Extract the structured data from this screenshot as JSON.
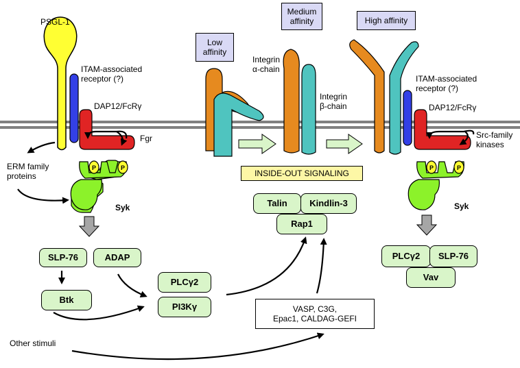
{
  "labels": {
    "psgl1": "PSGL-1",
    "itam_left": "ITAM-associated\nreceptor (?)",
    "dap12_left": "DAP12/FcRγ",
    "fgr": "Fgr",
    "erm": "ERM family\nproteins",
    "syk_left": "Syk",
    "integrin_alpha": "Integrin\nα-chain",
    "integrin_beta": "Integrin\nβ-chain",
    "itam_right": "ITAM-associated\nreceptor (?)",
    "dap12_right": "DAP12/FcRγ",
    "src_family": "Src-family\nkinases",
    "syk_right": "Syk",
    "other_stimuli": "Other stimuli",
    "phospho": "P"
  },
  "affinity": {
    "low": "Low\naffinity",
    "medium": "Medium\naffinity",
    "high": "High affinity"
  },
  "signaling_banner": "INSIDE-OUT SIGNALING",
  "nodes": {
    "slp76_left": "SLP-76",
    "adap": "ADAP",
    "btk": "Btk",
    "plcg2_mid": "PLCγ2",
    "pi3k": "PI3Kγ",
    "talin": "Talin",
    "kindlin3": "Kindlin-3",
    "rap1": "Rap1",
    "plcg2_right": "PLCγ2",
    "slp76_right": "SLP-76",
    "vav": "Vav"
  },
  "vasp_box": "VASP, C3G,\nEpac1, CALDAG-GEFI",
  "colors": {
    "psgl1": "#ffff33",
    "itam_receptor": "#3340e6",
    "dap12": "#e02424",
    "syk": "#8cf22a",
    "integrin_alpha": "#e68a1f",
    "integrin_beta": "#4fc4bf",
    "green_box": "#d9f5c9",
    "affinity_box": "#d9d9f5",
    "banner": "#fdf7a6"
  }
}
